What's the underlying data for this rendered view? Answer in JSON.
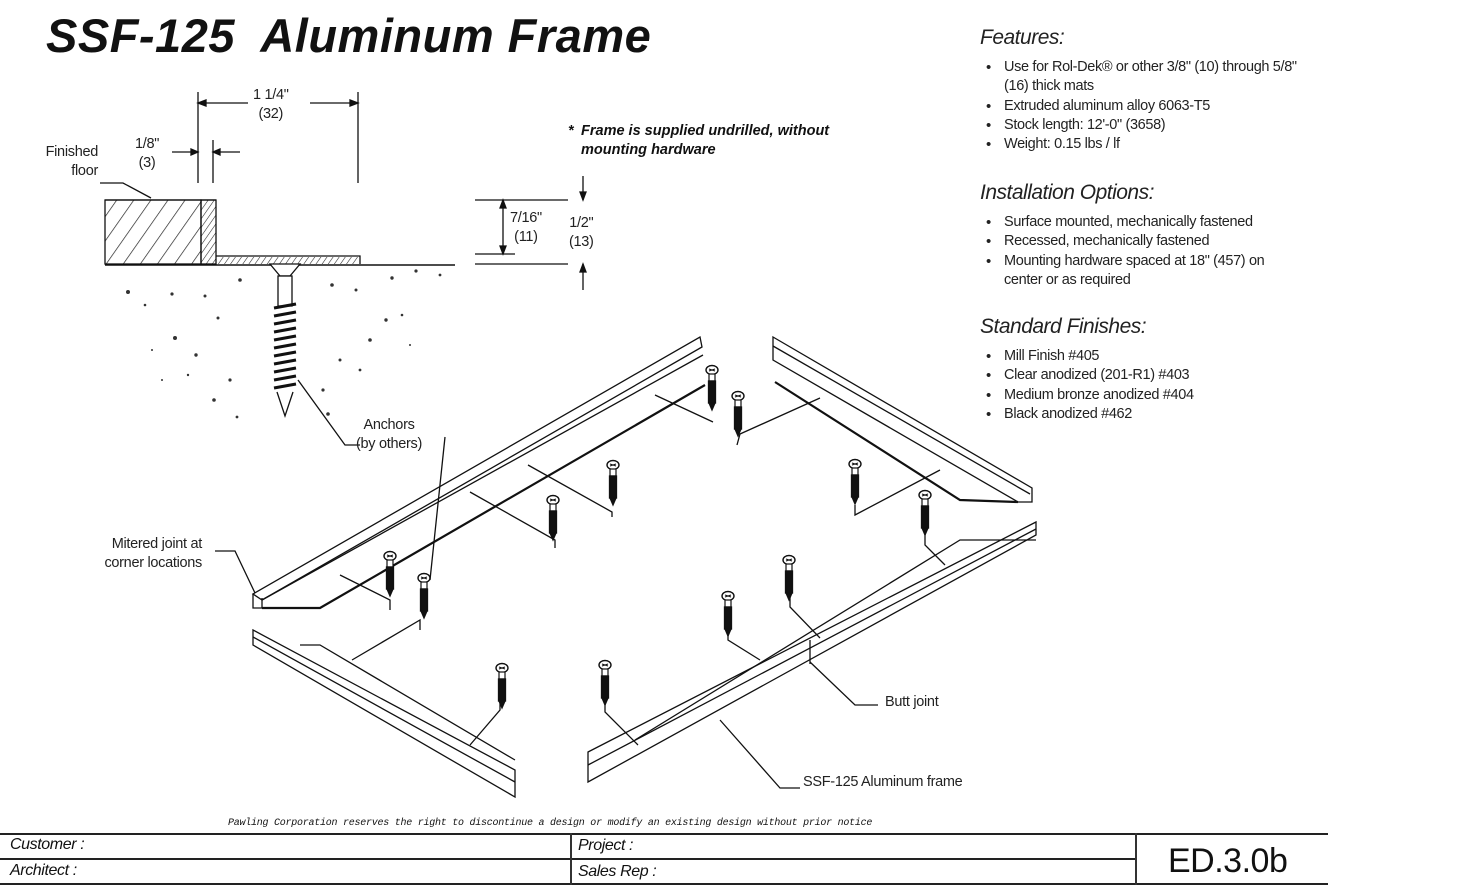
{
  "header": {
    "title": "SSF-125  Aluminum Frame"
  },
  "section_detail": {
    "dim_width": {
      "fraction": "1 1/4\"",
      "metric": "(32)"
    },
    "dim_gap": {
      "fraction": "1/8\"",
      "metric": "(3)"
    },
    "finished_floor_label": [
      "Finished",
      "floor"
    ],
    "anchors_label": [
      "Anchors",
      "(by others)"
    ],
    "dim_frame_height": {
      "fraction": "7/16\"",
      "metric": "(11)"
    },
    "dim_total_height": {
      "fraction": "1/2\"",
      "metric": "(13)"
    }
  },
  "note": {
    "star": "*",
    "lines": [
      "Frame is supplied undrilled, without",
      "mounting hardware"
    ]
  },
  "assembly": {
    "mitered_joint_label": [
      "Mitered joint at",
      "corner locations"
    ],
    "butt_joint_label": "Butt joint",
    "frame_label": "SSF-125 Aluminum frame"
  },
  "features": {
    "heading": "Features:",
    "items": [
      "Use for Rol-Dek® or other 3/8\" (10) through 5/8\" (16) thick mats",
      "Extruded aluminum alloy 6063-T5",
      "Stock length: 12'-0\" (3658)",
      "Weight: 0.15 lbs / lf"
    ]
  },
  "installation": {
    "heading": "Installation Options:",
    "items": [
      "Surface mounted, mechanically fastened",
      "Recessed, mechanically fastened",
      "Mounting hardware spaced at 18\" (457) on center or as required"
    ]
  },
  "finishes": {
    "heading": "Standard Finishes:",
    "items": [
      "Mill Finish #405",
      "Clear anodized (201-R1) #403",
      "Medium bronze anodized #404",
      "Black anodized #462"
    ]
  },
  "footer": {
    "disclaimer": "Pawling Corporation reserves the right to discontinue a design or modify an existing design without prior notice",
    "customer_label": "Customer :",
    "architect_label": "Architect :",
    "project_label": "Project :",
    "sales_rep_label": "Sales Rep :",
    "drawing_code": "ED.3.0b"
  }
}
